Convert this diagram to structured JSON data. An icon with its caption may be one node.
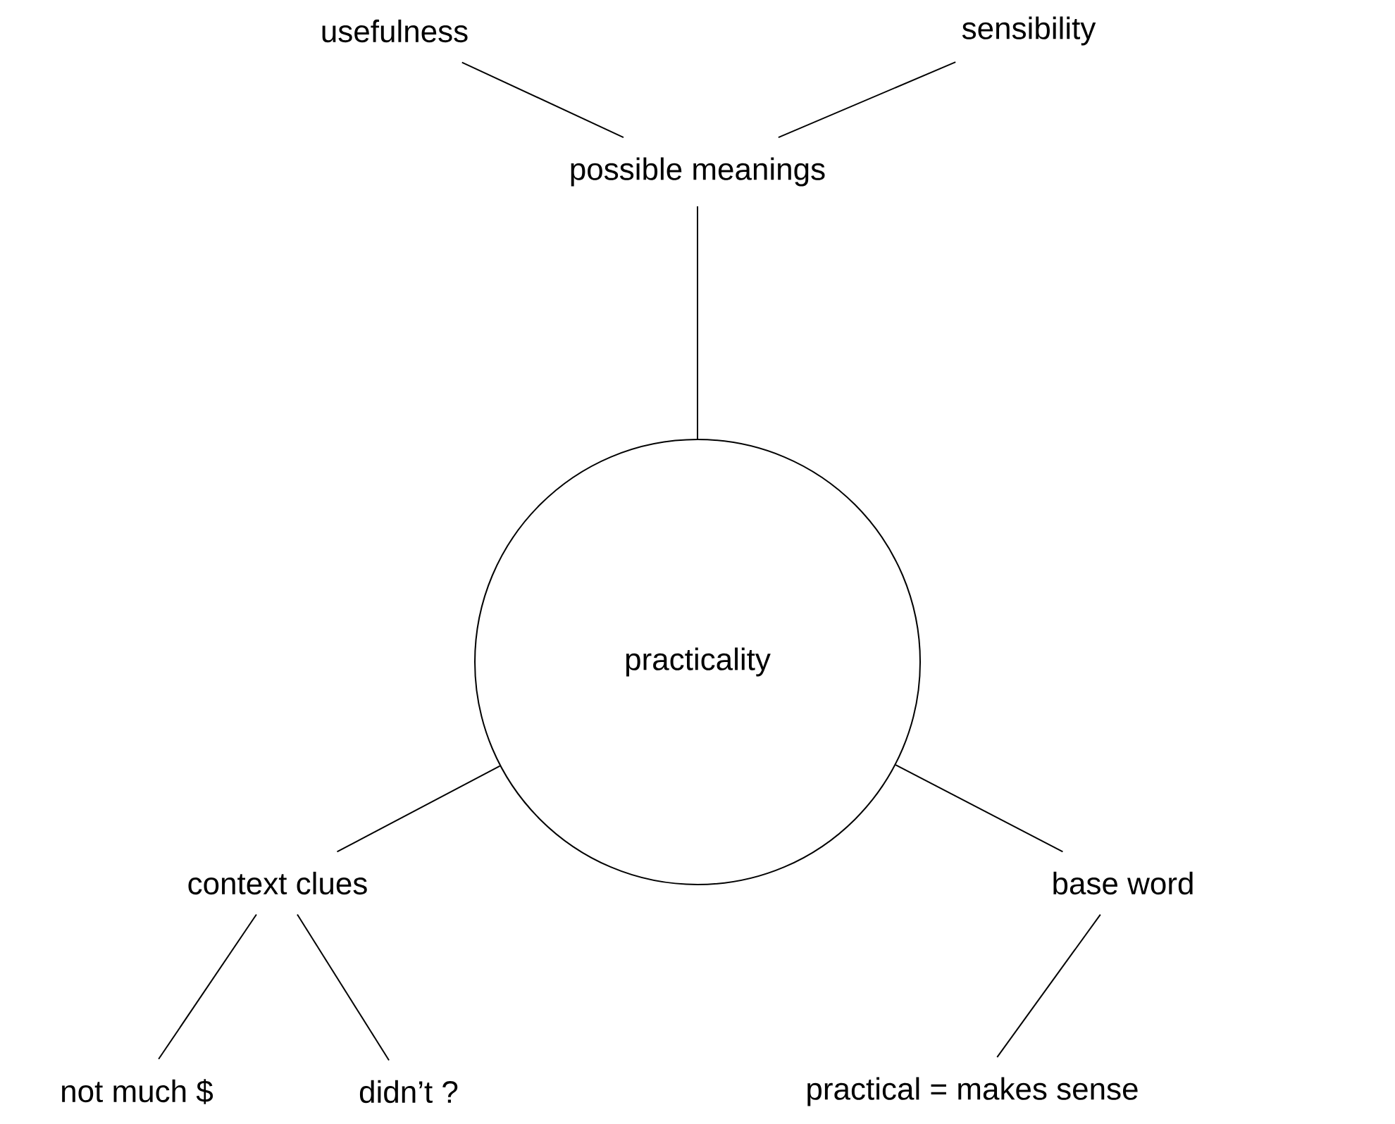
{
  "diagram": {
    "nodes": [
      {
        "text": [
          "usefulness"
        ]
      },
      {
        "text": [
          "sensibility"
        ]
      },
      {
        "text": [
          "possible meanings"
        ]
      },
      {
        "text": [
          "practicality"
        ]
      },
      {
        "text": [
          "context clues"
        ]
      },
      {
        "text": [
          "base word"
        ]
      },
      {
        "text": [
          "not much $"
        ]
      },
      {
        "text": [
          "didn’t ?"
        ]
      },
      {
        "text": [
          "practical = makes sense"
        ]
      }
    ],
    "edges": [
      {
        "from": 0,
        "to": 2,
        "arrow": "none"
      },
      {
        "from": 1,
        "to": 2,
        "arrow": "none"
      },
      {
        "from": 2,
        "to": 3,
        "arrow": "none"
      },
      {
        "from": 3,
        "to": 4,
        "arrow": "none"
      },
      {
        "from": 3,
        "to": 5,
        "arrow": "none"
      },
      {
        "from": 4,
        "to": 6,
        "arrow": "none"
      },
      {
        "from": 4,
        "to": 7,
        "arrow": "none"
      },
      {
        "from": 5,
        "to": 8,
        "arrow": "none"
      }
    ]
  }
}
